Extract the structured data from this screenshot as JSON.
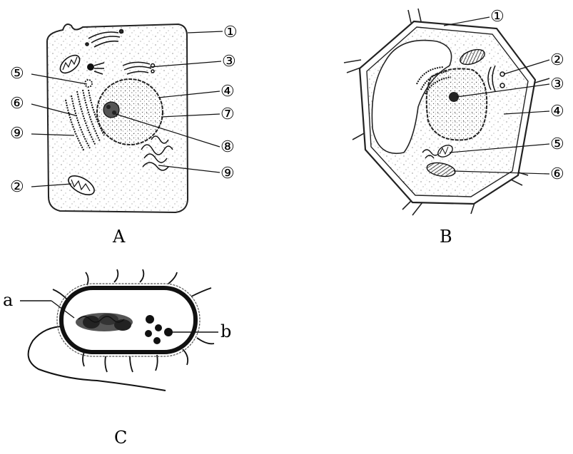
{
  "panels": [
    {
      "id": "A",
      "label": "A",
      "callouts": [
        "①",
        "②",
        "③",
        "④",
        "⑤",
        "⑥",
        "⑦",
        "⑧",
        "⑨",
        "⑨"
      ]
    },
    {
      "id": "B",
      "label": "B",
      "callouts": [
        "①",
        "②",
        "③",
        "④",
        "⑤",
        "⑥"
      ]
    },
    {
      "id": "C",
      "label": "C",
      "callouts": [
        "a",
        "b"
      ]
    }
  ]
}
